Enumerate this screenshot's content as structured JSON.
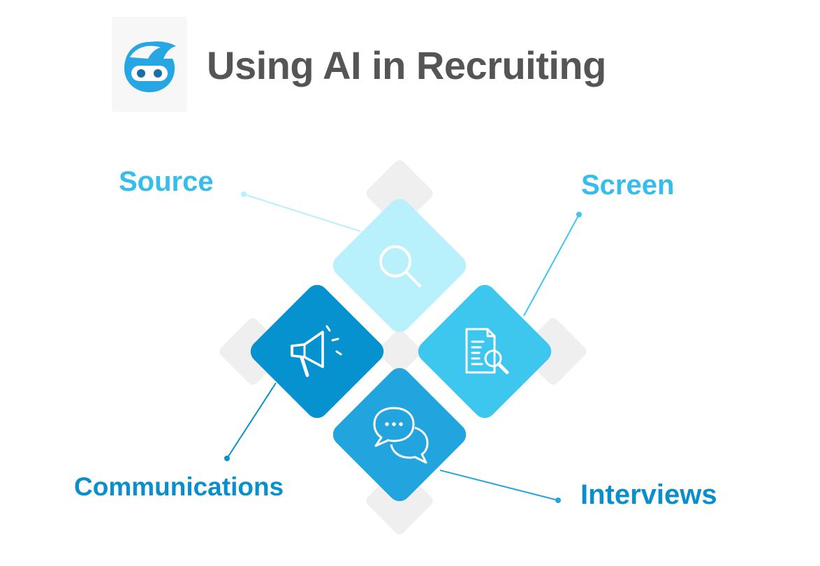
{
  "title": "Using AI in Recruiting",
  "colors": {
    "title": "#555555",
    "source": "#b8f0fb",
    "screen": "#3dc6ee",
    "interviews": "#22a4de",
    "communications": "#0691cf",
    "label_light": "#35bdeb",
    "label_dark": "#0a8fcc",
    "shadow": "#efefef"
  },
  "stages": {
    "source": {
      "label": "Source",
      "icon": "magnifier-icon"
    },
    "screen": {
      "label": "Screen",
      "icon": "document-search-icon"
    },
    "communications": {
      "label": "Communications",
      "icon": "megaphone-icon"
    },
    "interviews": {
      "label": "Interviews",
      "icon": "chat-bubbles-icon"
    }
  }
}
